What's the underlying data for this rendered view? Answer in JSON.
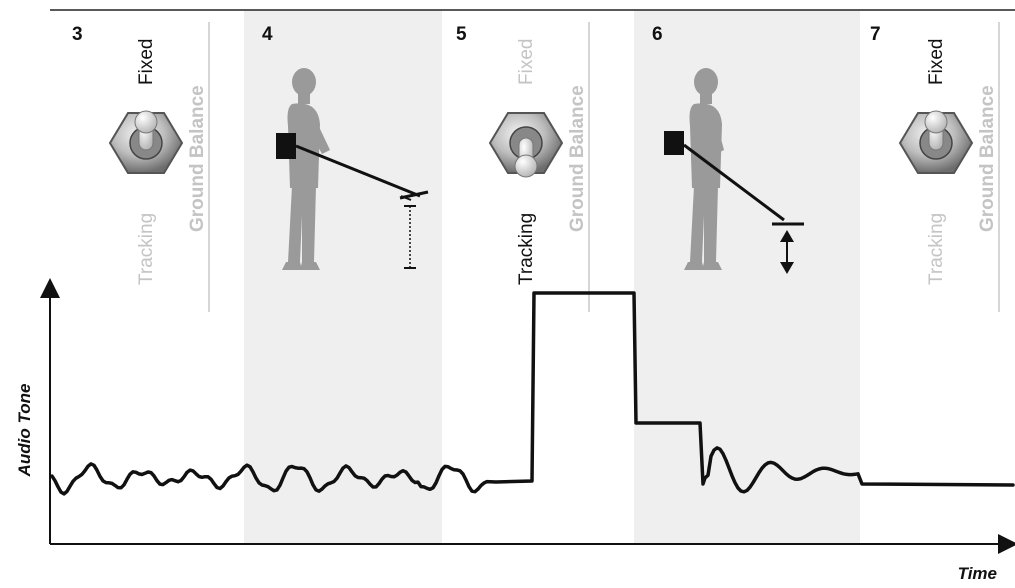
{
  "panels": [
    {
      "number": "3",
      "type": "switch",
      "switch_position": "Fixed"
    },
    {
      "number": "4",
      "type": "figure",
      "action": "static"
    },
    {
      "number": "5",
      "type": "switch",
      "switch_position": "Tracking"
    },
    {
      "number": "6",
      "type": "figure",
      "action": "pump"
    },
    {
      "number": "7",
      "type": "switch",
      "switch_position": "Fixed"
    }
  ],
  "switch_labels": {
    "fixed": "Fixed",
    "tracking": "Tracking",
    "ground_balance": "Ground Balance"
  },
  "axes": {
    "y_label": "Audio Tone",
    "x_label": "Time"
  },
  "colors": {
    "shaded_panel": "#efefef",
    "active_text": "#111111",
    "inactive_text": "#c4c4c4",
    "signal": "#111111",
    "figure": "#9a9a9a"
  }
}
